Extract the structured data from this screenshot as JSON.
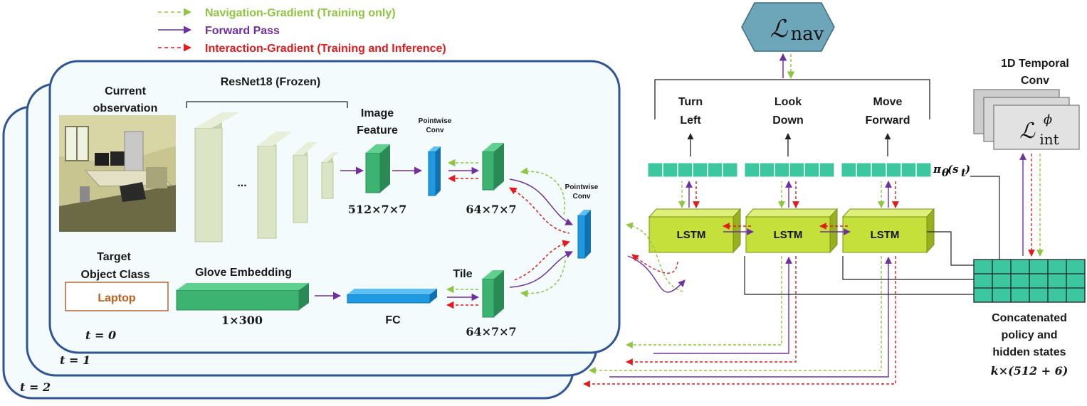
{
  "legend": {
    "navigation_gradient": "Navigation-Gradient (Training only)",
    "forward_pass": "Forward Pass",
    "interaction_gradient": "Interaction-Gradient (Training and Inference)"
  },
  "colors": {
    "navigation_gradient": "#8dc63f",
    "forward_pass": "#7030a0",
    "interaction_gradient": "#e41a1c",
    "panel_border": "#2f5597",
    "panel_fill": "#f4fbfc",
    "feature_green": "#3cb371",
    "conv_blue": "#1e9ae0",
    "lstm_fill": "#c5e03a",
    "loss_hex": "#6ea6b9",
    "policy_teal": "#3cc7a0"
  },
  "encoder": {
    "current_observation": [
      "Current",
      "observation"
    ],
    "resnet": "ResNet18 (Frozen)",
    "ellipsis": "...",
    "image_feature": [
      "Image",
      "Feature"
    ],
    "image_feature_dim": "512×7×7",
    "pointwise_conv_1": [
      "Pointwise",
      "Conv"
    ],
    "obs_feature_dim": "64×7×7",
    "pointwise_conv_2": [
      "Pointwise",
      "Conv"
    ],
    "target_object_class": [
      "Target",
      "Object Class"
    ],
    "target_value": "Laptop",
    "glove_embedding": "Glove Embedding",
    "glove_dim": "1×300",
    "fc": "FC",
    "tile": "Tile",
    "target_feature_dim": "64×7×7"
  },
  "timesteps": [
    "t = 0",
    "t = 1",
    "t = 2"
  ],
  "lstm": {
    "labels": [
      "LSTM",
      "LSTM",
      "LSTM"
    ]
  },
  "actions": [
    [
      "Turn",
      "Left"
    ],
    [
      "Look",
      "Down"
    ],
    [
      "Move",
      "Forward"
    ]
  ],
  "policy_label": "π",
  "policy_label_sub": "θ",
  "policy_label_arg": "(s",
  "policy_label_arg_sub": "t",
  "policy_label_close": ")",
  "loss_nav": {
    "symbol": "ℒ",
    "sub": "nav"
  },
  "temporal_conv": {
    "title": [
      "1D Temporal",
      "Conv"
    ],
    "symbol": "ℒ",
    "sub": "int",
    "sup": "ϕ"
  },
  "concat": {
    "label": [
      "Concatenated",
      "policy and",
      "hidden states"
    ],
    "dim": "k×(512 + 6)"
  }
}
